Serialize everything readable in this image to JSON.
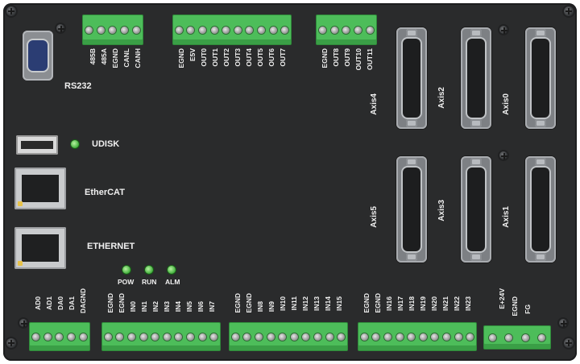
{
  "ports": {
    "rs232": "RS232",
    "udisk": "UDISK",
    "ethercat": "EtherCAT",
    "ethernet": "ETHERNET"
  },
  "terminals": {
    "top_comm": [
      "485B",
      "485A",
      "EGND",
      "CANL",
      "CANH"
    ],
    "top_out": [
      "EGND",
      "E5V",
      "OUT0",
      "OUT1",
      "OUT2",
      "OUT3",
      "OUT4",
      "OUT5",
      "OUT6",
      "OUT7"
    ],
    "top_out2": [
      "EGND",
      "OUT8",
      "OUT9",
      "OUT10",
      "OUT11"
    ],
    "bottom_analog": [
      "AD0",
      "AD1",
      "DA0",
      "DA1",
      "DAGND"
    ],
    "bottom_in1": [
      "EGND",
      "EGND",
      "IN0",
      "IN1",
      "IN2",
      "IN3",
      "IN4",
      "IN5",
      "IN6",
      "IN7"
    ],
    "bottom_in2": [
      "EGND",
      "EGND",
      "IN8",
      "IN9",
      "IN10",
      "IN11",
      "IN12",
      "IN13",
      "IN14",
      "IN15"
    ],
    "bottom_in3": [
      "EGND",
      "EGND",
      "IN16",
      "IN17",
      "IN18",
      "IN19",
      "IN20",
      "IN21",
      "IN22",
      "IN23"
    ],
    "power": [
      "E+24V",
      "EGND",
      "FG"
    ]
  },
  "status_leds": [
    "POW",
    "RUN",
    "ALM"
  ],
  "axes": {
    "top": [
      "Axis4",
      "Axis2",
      "Axis0"
    ],
    "bottom": [
      "Axis5",
      "Axis3",
      "Axis1"
    ]
  },
  "colors": {
    "panel": "#2a2b2c",
    "terminal": "#4dbd5a",
    "led": "#3fae3a"
  }
}
